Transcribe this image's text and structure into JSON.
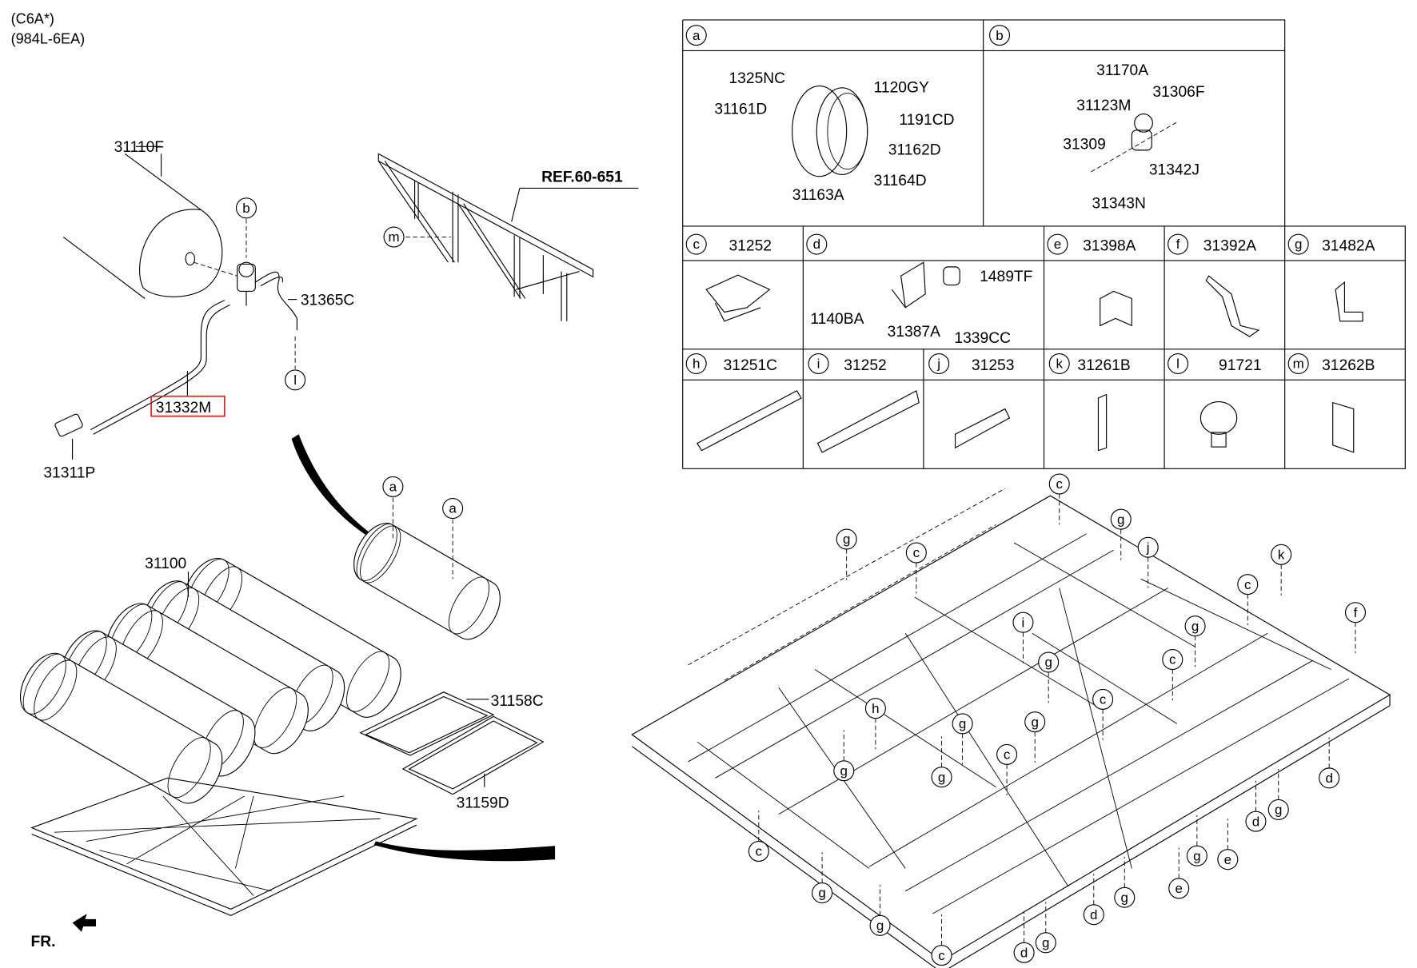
{
  "header": {
    "model": "(C6A*)",
    "code": "(984L-6EA)"
  },
  "labels": {
    "tank_single": "31110F",
    "hose": "31365C",
    "pipe_highlighted": "31332M",
    "fitting": "31311P",
    "reference": "REF.60-651",
    "tank_assembly": "31100",
    "cover_upper": "31158C",
    "cover_lower": "31159D",
    "front": "FR."
  },
  "highlight_color": "#e02020",
  "left_callouts": [
    "b",
    "l",
    "m",
    "a",
    "a"
  ],
  "frame_callouts": [
    "c",
    "g",
    "c",
    "g",
    "j",
    "k",
    "c",
    "f",
    "i",
    "g",
    "g",
    "c",
    "h",
    "g",
    "c",
    "g",
    "c",
    "g",
    "g",
    "d",
    "g",
    "d",
    "g",
    "e",
    "c",
    "g",
    "e",
    "g",
    "d",
    "g",
    "c",
    "d",
    "g"
  ],
  "table": {
    "a": {
      "letter": "a",
      "parts": [
        "1325NC",
        "1120GY",
        "31161D",
        "1191CD",
        "31162D",
        "31164D",
        "31163A"
      ]
    },
    "b": {
      "letter": "b",
      "parts": [
        "31170A",
        "31123M",
        "31306F",
        "31309",
        "31342J",
        "31343N"
      ]
    },
    "c": {
      "letter": "c",
      "part": "31252"
    },
    "d": {
      "letter": "d",
      "parts": [
        "1489TF",
        "1140BA",
        "31387A",
        "1339CC"
      ]
    },
    "e": {
      "letter": "e",
      "part": "31398A"
    },
    "f": {
      "letter": "f",
      "part": "31392A"
    },
    "g": {
      "letter": "g",
      "part": "31482A"
    },
    "h": {
      "letter": "h",
      "part": "31251C"
    },
    "i": {
      "letter": "i",
      "part": "31252"
    },
    "j": {
      "letter": "j",
      "part": "31253"
    },
    "k": {
      "letter": "k",
      "part": "31261B"
    },
    "l": {
      "letter": "l",
      "part": "91721"
    },
    "m": {
      "letter": "m",
      "part": "31262B"
    }
  }
}
